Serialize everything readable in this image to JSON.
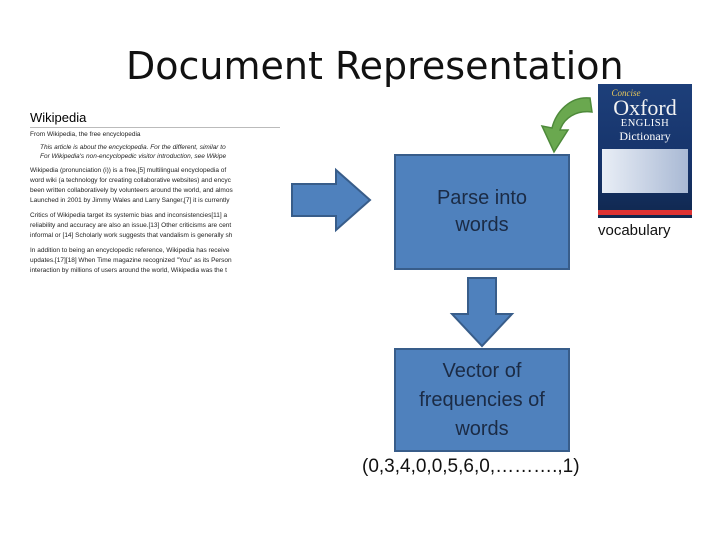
{
  "title": "Document Representation",
  "wikipedia": {
    "heading": "Wikipedia",
    "subheading": "From Wikipedia, the free encyclopedia",
    "hatnote_1": "This article is about the encyclopedia. For the different, similar to",
    "hatnote_2": "For Wikipedia's non-encyclopedic visitor introduction, see Wikipe",
    "lines": [
      "Wikipedia (pronunciation (i)) is a free,[5] multilingual encyclopedia of",
      "word wiki (a technology for creating collaborative websites) and encyc",
      "been written collaboratively by volunteers around the world, and almos",
      "Launched in 2001 by Jimmy Wales and Larry Sanger,[7] it is currently",
      "Critics of Wikipedia target its systemic bias and inconsistencies[11] a",
      "reliability and accuracy are also an issue.[13] Other criticisms are cent",
      "informal or [14] Scholarly work suggests that vandalism is generally sh",
      "In addition to being an encyclopedic reference, Wikipedia has receive",
      "updates.[17][18] When Time magazine recognized \"You\" as its Person",
      "interaction by millions of users around the world, Wikipedia was the t"
    ]
  },
  "box_parse": [
    "Parse into",
    "words"
  ],
  "box_vector": [
    "Vector of",
    "frequencies of",
    "words"
  ],
  "vector_text": "(0,3,4,0,0,5,6,0,……….,1)",
  "vocabulary_label": "vocabulary",
  "dictionary_cover": {
    "line1": "Concise",
    "line2": "Oxford",
    "line3": "ENGLISH",
    "line4": "Dictionary"
  },
  "colors": {
    "box_fill": "#4f81bd",
    "box_border": "#385d8a",
    "curved_arrow": "#6aa84f",
    "book_cover": "#1d3f7a"
  }
}
